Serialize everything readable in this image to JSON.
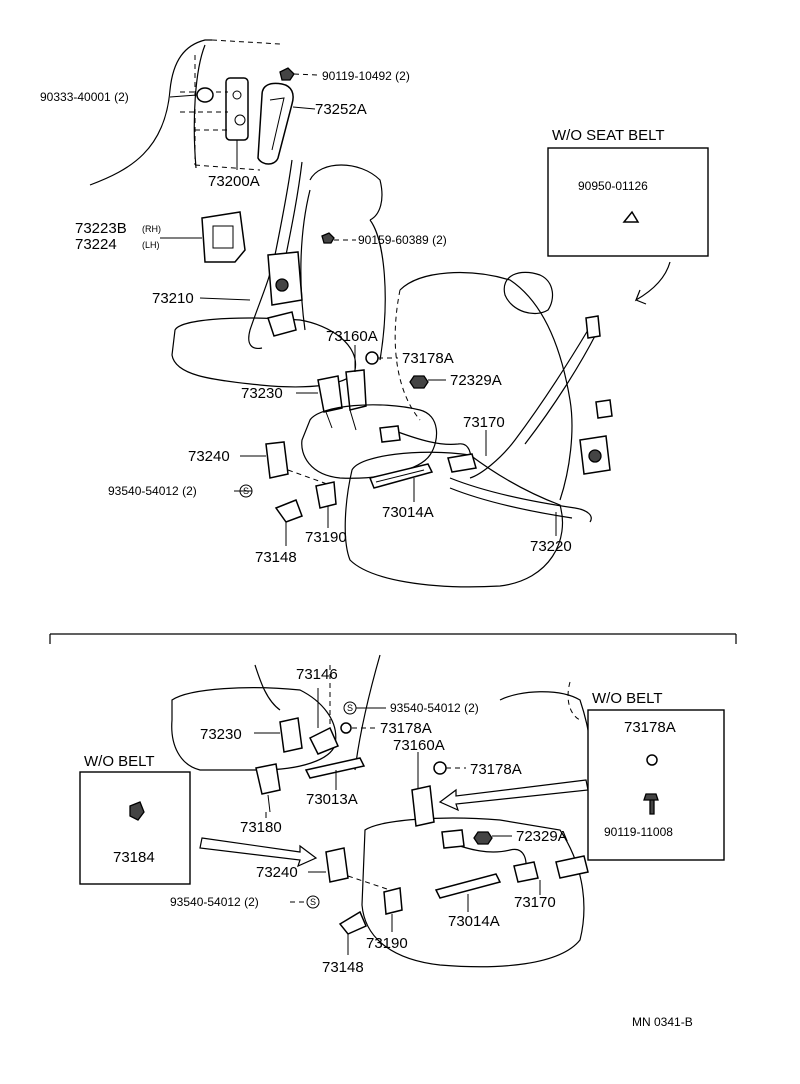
{
  "top": {
    "labels": {
      "p90333": "90333-40001 (2)",
      "p90119a": "90119-10492 (2)",
      "p73252A": "73252A",
      "p73200A": "73200A",
      "p73223B": "73223B",
      "rh": "(RH)",
      "p73224": "73224",
      "lh": "(LH)",
      "p90159": "90159-60389 (2)",
      "p73210": "73210",
      "p73160A": "73160A",
      "p73178A": "73178A",
      "p72329A": "72329A",
      "p73230": "73230",
      "p73170": "73170",
      "p73240": "73240",
      "p93540": "93540-54012 (2)",
      "p73014A": "73014A",
      "p73190": "73190",
      "p73220": "73220",
      "p73148": "73148",
      "s": "S"
    },
    "wo_seat_belt": {
      "title": "W/O SEAT BELT",
      "part": "90950-01126"
    }
  },
  "bottom": {
    "labels": {
      "p73146": "73146",
      "p93540a": "93540-54012 (2)",
      "p73230": "73230",
      "p73178A_a": "73178A",
      "p73160A": "73160A",
      "p73178A_b": "73178A",
      "p73013A": "73013A",
      "p73180": "73180",
      "p72329A": "72329A",
      "p73240": "73240",
      "p93540b": "93540-54012 (2)",
      "p73014A": "73014A",
      "p73170": "73170",
      "p73190": "73190",
      "p73148": "73148",
      "s1": "S",
      "s2": "S"
    },
    "wo_belt_left": {
      "title": "W/O BELT",
      "part": "73184"
    },
    "wo_belt_right": {
      "title": "W/O BELT",
      "part1": "73178A",
      "part2": "90119-11008"
    }
  },
  "footer": {
    "code": "MN 0341-B"
  }
}
